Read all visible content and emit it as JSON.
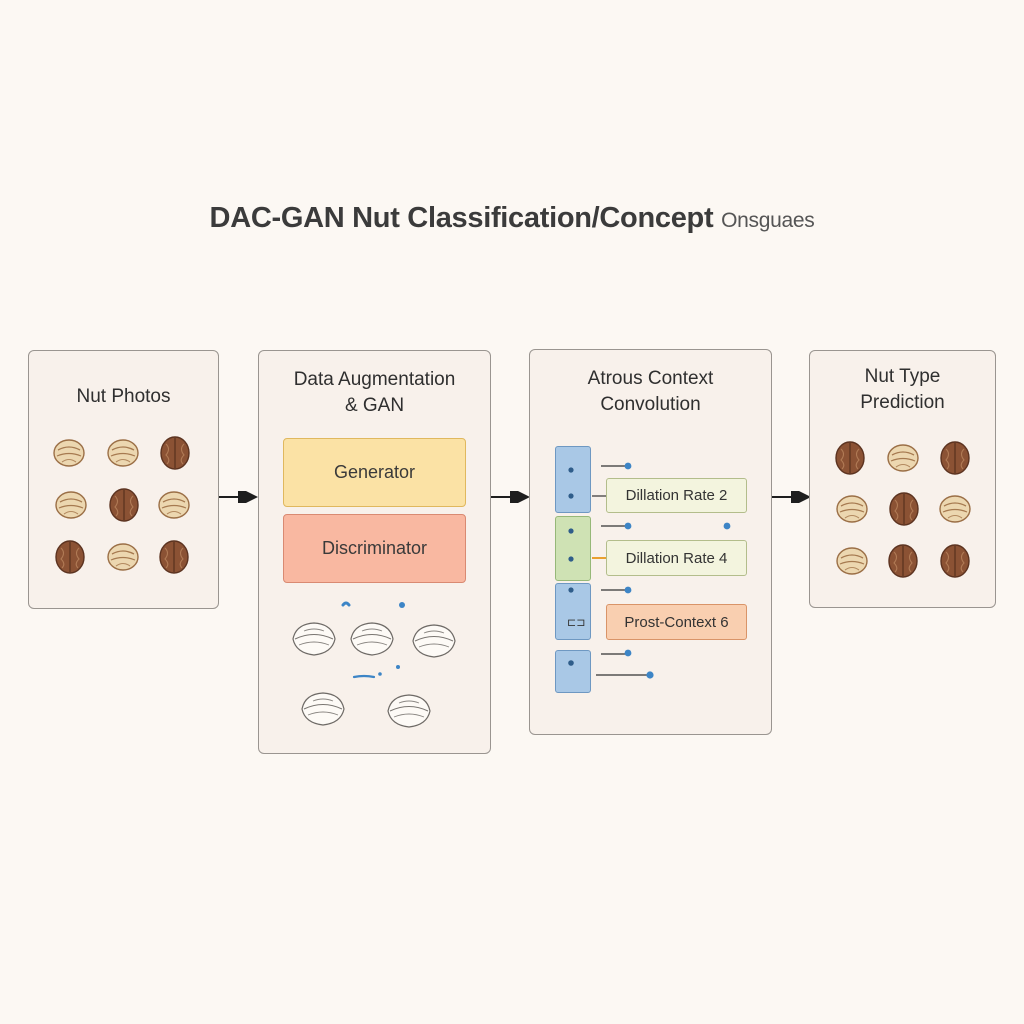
{
  "title": {
    "main": "DAC-GAN Nut Classification/Concept",
    "suffix": "Onsguaes"
  },
  "panels": {
    "photos": {
      "title": "Nut Photos"
    },
    "augmentation": {
      "title_line1": "Data Augmentation",
      "title_line2": "& GAN",
      "generator": "Generator",
      "discriminator": "Discriminator"
    },
    "atrous": {
      "title_line1": "Atrous Context",
      "title_line2": "Convolution",
      "tags": [
        "Dillation Rate 2",
        "Dillation Rate 4",
        "Prost-Context 6"
      ],
      "layer_glyph": "⊏⊐"
    },
    "prediction": {
      "title_line1": "Nut Type",
      "title_line2": "Prediction"
    }
  },
  "colors": {
    "generator": "#fbe2a5",
    "discriminator": "#f9b8a1",
    "layer_blue": "#a9c8e6",
    "layer_green": "#cfe2b4",
    "nut_light": "#ecd7b0",
    "nut_dark": "#8b5234",
    "dot": "#3d85c6"
  },
  "icons": [
    "walnut-icon",
    "almond-icon",
    "arrow-right-icon"
  ]
}
